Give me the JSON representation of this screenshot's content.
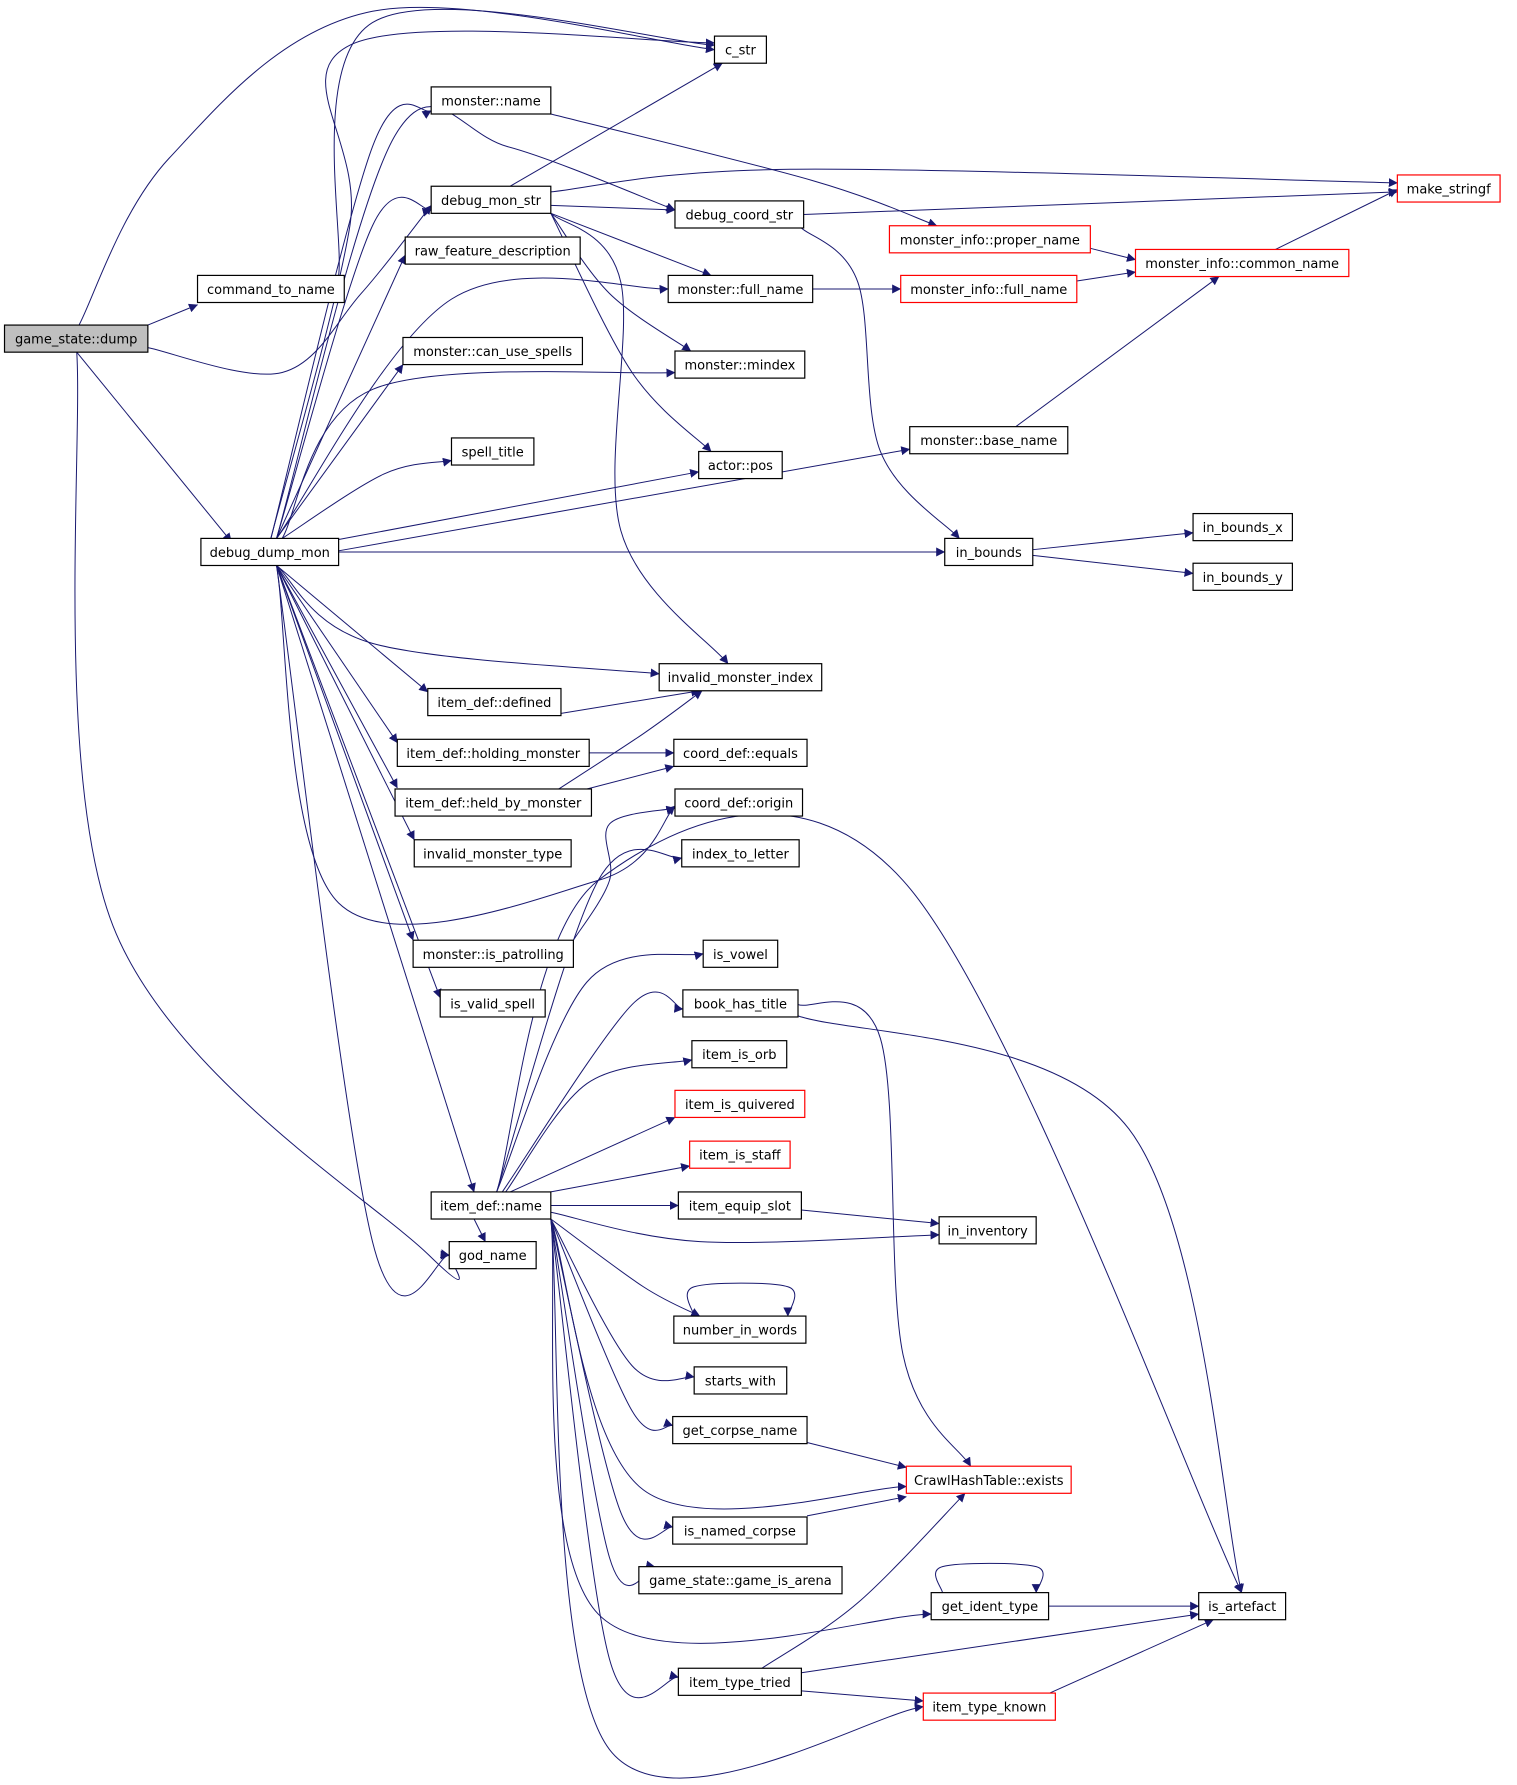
{
  "colors": {
    "edge": "#191970",
    "node_border": "#000000",
    "external_border": "#ff0000",
    "root_fill": "#bfbfbf",
    "node_fill": "#ffffff"
  },
  "nodes": {
    "game_state_dump": {
      "label": "game_state::dump",
      "style": "root"
    },
    "command_to_name": {
      "label": "command_to_name",
      "style": "normal"
    },
    "debug_dump_mon": {
      "label": "debug_dump_mon",
      "style": "normal"
    },
    "c_str": {
      "label": "c_str",
      "style": "normal"
    },
    "monster_name": {
      "label": "monster::name",
      "style": "normal"
    },
    "debug_mon_str": {
      "label": "debug_mon_str",
      "style": "normal"
    },
    "debug_coord_str": {
      "label": "debug_coord_str",
      "style": "normal"
    },
    "make_stringf": {
      "label": "make_stringf",
      "style": "external"
    },
    "raw_feature_description": {
      "label": "raw_feature_description",
      "style": "normal"
    },
    "monster_info_proper_name": {
      "label": "monster_info::proper_name",
      "style": "external"
    },
    "monster_info_common_name": {
      "label": "monster_info::common_name",
      "style": "external"
    },
    "monster_full_name": {
      "label": "monster::full_name",
      "style": "normal"
    },
    "monster_info_full_name": {
      "label": "monster_info::full_name",
      "style": "external"
    },
    "monster_can_use_spells": {
      "label": "monster::can_use_spells",
      "style": "normal"
    },
    "monster_mindex": {
      "label": "monster::mindex",
      "style": "normal"
    },
    "spell_title": {
      "label": "spell_title",
      "style": "normal"
    },
    "actor_pos": {
      "label": "actor::pos",
      "style": "normal"
    },
    "monster_base_name": {
      "label": "monster::base_name",
      "style": "normal"
    },
    "in_bounds": {
      "label": "in_bounds",
      "style": "normal"
    },
    "in_bounds_x": {
      "label": "in_bounds_x",
      "style": "normal"
    },
    "in_bounds_y": {
      "label": "in_bounds_y",
      "style": "normal"
    },
    "invalid_monster_index": {
      "label": "invalid_monster_index",
      "style": "normal"
    },
    "item_def_defined": {
      "label": "item_def::defined",
      "style": "normal"
    },
    "item_def_holding_monster": {
      "label": "item_def::holding_monster",
      "style": "normal"
    },
    "coord_def_equals": {
      "label": "coord_def::equals",
      "style": "normal"
    },
    "item_def_held_by_monster": {
      "label": "item_def::held_by_monster",
      "style": "normal"
    },
    "coord_def_origin": {
      "label": "coord_def::origin",
      "style": "normal"
    },
    "invalid_monster_type": {
      "label": "invalid_monster_type",
      "style": "normal"
    },
    "index_to_letter": {
      "label": "index_to_letter",
      "style": "normal"
    },
    "monster_is_patrolling": {
      "label": "monster::is_patrolling",
      "style": "normal"
    },
    "is_vowel": {
      "label": "is_vowel",
      "style": "normal"
    },
    "is_valid_spell": {
      "label": "is_valid_spell",
      "style": "normal"
    },
    "book_has_title": {
      "label": "book_has_title",
      "style": "normal"
    },
    "item_is_orb": {
      "label": "item_is_orb",
      "style": "normal"
    },
    "item_is_quivered": {
      "label": "item_is_quivered",
      "style": "external"
    },
    "item_is_staff": {
      "label": "item_is_staff",
      "style": "external"
    },
    "item_def_name": {
      "label": "item_def::name",
      "style": "normal"
    },
    "item_equip_slot": {
      "label": "item_equip_slot",
      "style": "normal"
    },
    "in_inventory": {
      "label": "in_inventory",
      "style": "normal"
    },
    "god_name": {
      "label": "god_name",
      "style": "normal"
    },
    "number_in_words": {
      "label": "number_in_words",
      "style": "normal"
    },
    "starts_with": {
      "label": "starts_with",
      "style": "normal"
    },
    "get_corpse_name": {
      "label": "get_corpse_name",
      "style": "normal"
    },
    "crawlhashtable_exists": {
      "label": "CrawlHashTable::exists",
      "style": "external"
    },
    "is_named_corpse": {
      "label": "is_named_corpse",
      "style": "normal"
    },
    "game_state_game_is_arena": {
      "label": "game_state::game_is_arena",
      "style": "normal"
    },
    "get_ident_type": {
      "label": "get_ident_type",
      "style": "normal"
    },
    "is_artefact": {
      "label": "is_artefact",
      "style": "normal"
    },
    "item_type_tried": {
      "label": "item_type_tried",
      "style": "normal"
    },
    "item_type_known": {
      "label": "item_type_known",
      "style": "external"
    }
  },
  "edges": [
    [
      "game_state_dump",
      "c_str"
    ],
    [
      "game_state_dump",
      "command_to_name"
    ],
    [
      "game_state_dump",
      "debug_mon_str"
    ],
    [
      "game_state_dump",
      "debug_dump_mon"
    ],
    [
      "game_state_dump",
      "god_name"
    ],
    [
      "command_to_name",
      "c_str"
    ],
    [
      "debug_dump_mon",
      "debug_dump_mon"
    ],
    [
      "debug_dump_mon",
      "c_str"
    ],
    [
      "debug_dump_mon",
      "monster_name"
    ],
    [
      "debug_dump_mon",
      "debug_mon_str"
    ],
    [
      "debug_dump_mon",
      "debug_coord_str"
    ],
    [
      "debug_dump_mon",
      "raw_feature_description"
    ],
    [
      "debug_dump_mon",
      "monster_full_name"
    ],
    [
      "debug_dump_mon",
      "monster_can_use_spells"
    ],
    [
      "debug_dump_mon",
      "monster_mindex"
    ],
    [
      "debug_dump_mon",
      "spell_title"
    ],
    [
      "debug_dump_mon",
      "actor_pos"
    ],
    [
      "debug_dump_mon",
      "monster_base_name"
    ],
    [
      "debug_dump_mon",
      "in_bounds"
    ],
    [
      "debug_dump_mon",
      "invalid_monster_index"
    ],
    [
      "debug_dump_mon",
      "item_def_defined"
    ],
    [
      "debug_dump_mon",
      "item_def_holding_monster"
    ],
    [
      "debug_dump_mon",
      "item_def_held_by_monster"
    ],
    [
      "debug_dump_mon",
      "coord_def_origin"
    ],
    [
      "debug_dump_mon",
      "invalid_monster_type"
    ],
    [
      "debug_dump_mon",
      "monster_is_patrolling"
    ],
    [
      "debug_dump_mon",
      "is_valid_spell"
    ],
    [
      "debug_dump_mon",
      "item_def_name"
    ],
    [
      "debug_dump_mon",
      "god_name"
    ],
    [
      "monster_name",
      "monster_info_proper_name"
    ],
    [
      "debug_mon_str",
      "c_str"
    ],
    [
      "debug_mon_str",
      "make_stringf"
    ],
    [
      "debug_mon_str",
      "debug_coord_str"
    ],
    [
      "debug_mon_str",
      "monster_full_name"
    ],
    [
      "debug_mon_str",
      "monster_mindex"
    ],
    [
      "debug_mon_str",
      "actor_pos"
    ],
    [
      "debug_mon_str",
      "invalid_monster_index"
    ],
    [
      "debug_coord_str",
      "make_stringf"
    ],
    [
      "debug_coord_str",
      "in_bounds"
    ],
    [
      "monster_info_proper_name",
      "monster_info_common_name"
    ],
    [
      "monster_info_common_name",
      "make_stringf"
    ],
    [
      "monster_full_name",
      "monster_info_full_name"
    ],
    [
      "monster_info_full_name",
      "monster_info_common_name"
    ],
    [
      "monster_base_name",
      "monster_info_common_name"
    ],
    [
      "in_bounds",
      "in_bounds_x"
    ],
    [
      "in_bounds",
      "in_bounds_y"
    ],
    [
      "item_def_defined",
      "invalid_monster_index"
    ],
    [
      "item_def_holding_monster",
      "coord_def_equals"
    ],
    [
      "item_def_held_by_monster",
      "invalid_monster_index"
    ],
    [
      "item_def_held_by_monster",
      "coord_def_equals"
    ],
    [
      "monster_is_patrolling",
      "coord_def_origin"
    ],
    [
      "item_def_name",
      "index_to_letter"
    ],
    [
      "item_def_name",
      "is_vowel"
    ],
    [
      "item_def_name",
      "book_has_title"
    ],
    [
      "item_def_name",
      "item_is_orb"
    ],
    [
      "item_def_name",
      "item_is_quivered"
    ],
    [
      "item_def_name",
      "item_is_staff"
    ],
    [
      "item_def_name",
      "item_equip_slot"
    ],
    [
      "item_def_name",
      "in_inventory"
    ],
    [
      "item_def_name",
      "god_name"
    ],
    [
      "item_def_name",
      "number_in_words"
    ],
    [
      "item_def_name",
      "starts_with"
    ],
    [
      "item_def_name",
      "get_corpse_name"
    ],
    [
      "item_def_name",
      "crawlhashtable_exists"
    ],
    [
      "item_def_name",
      "is_named_corpse"
    ],
    [
      "item_def_name",
      "game_state_game_is_arena"
    ],
    [
      "item_def_name",
      "get_ident_type"
    ],
    [
      "item_def_name",
      "is_artefact"
    ],
    [
      "item_def_name",
      "item_type_tried"
    ],
    [
      "item_def_name",
      "item_type_known"
    ],
    [
      "book_has_title",
      "crawlhashtable_exists"
    ],
    [
      "book_has_title",
      "is_artefact"
    ],
    [
      "item_equip_slot",
      "in_inventory"
    ],
    [
      "number_in_words",
      "number_in_words"
    ],
    [
      "get_corpse_name",
      "crawlhashtable_exists"
    ],
    [
      "is_named_corpse",
      "crawlhashtable_exists"
    ],
    [
      "get_ident_type",
      "get_ident_type"
    ],
    [
      "get_ident_type",
      "is_artefact"
    ],
    [
      "item_type_tried",
      "crawlhashtable_exists"
    ],
    [
      "item_type_tried",
      "is_artefact"
    ],
    [
      "item_type_tried",
      "item_type_known"
    ],
    [
      "item_type_known",
      "is_artefact"
    ]
  ]
}
